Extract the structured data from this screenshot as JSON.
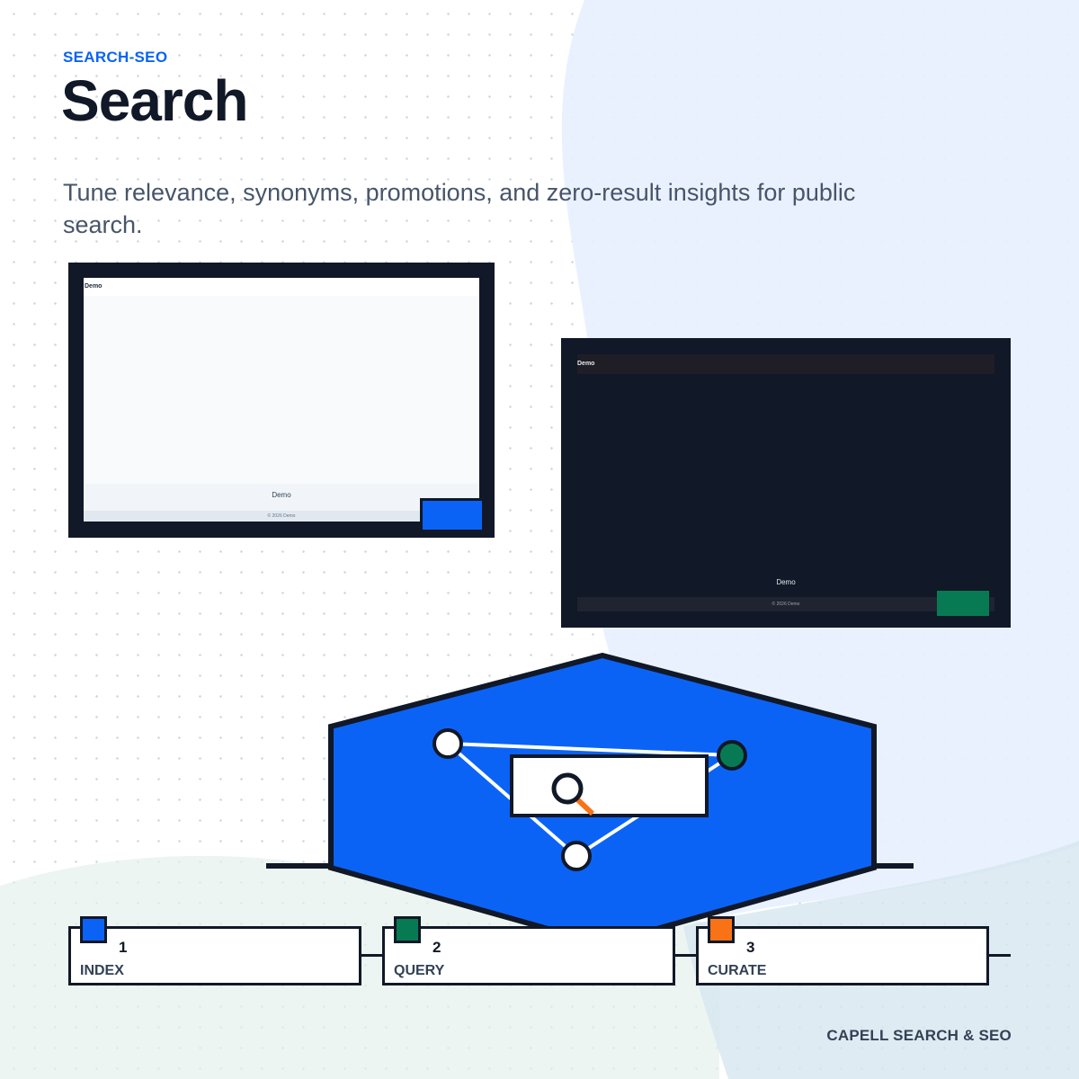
{
  "header": {
    "eyebrow": "SEARCH-SEO",
    "title": "Search",
    "description": "Tune relevance, synonyms, promotions, and zero-result insights for public search."
  },
  "preview_light": {
    "brand": "Demo",
    "footer_brand": "Demo",
    "copyright": "© 2026 Demo"
  },
  "preview_dark": {
    "brand": "Demo",
    "footer_brand": "Demo",
    "copyright": "© 2026 Demo"
  },
  "steps": [
    {
      "number": "1",
      "label": "INDEX",
      "color": "#0b63f6"
    },
    {
      "number": "2",
      "label": "QUERY",
      "color": "#087a53"
    },
    {
      "number": "3",
      "label": "CURATE",
      "color": "#f97316"
    }
  ],
  "footer": {
    "brand": "CAPELL SEARCH & SEO"
  },
  "colors": {
    "accent": "#0b63f6",
    "success": "#087a53",
    "highlight": "#f97316",
    "ink": "#111827"
  },
  "icons": [
    "search-icon"
  ]
}
